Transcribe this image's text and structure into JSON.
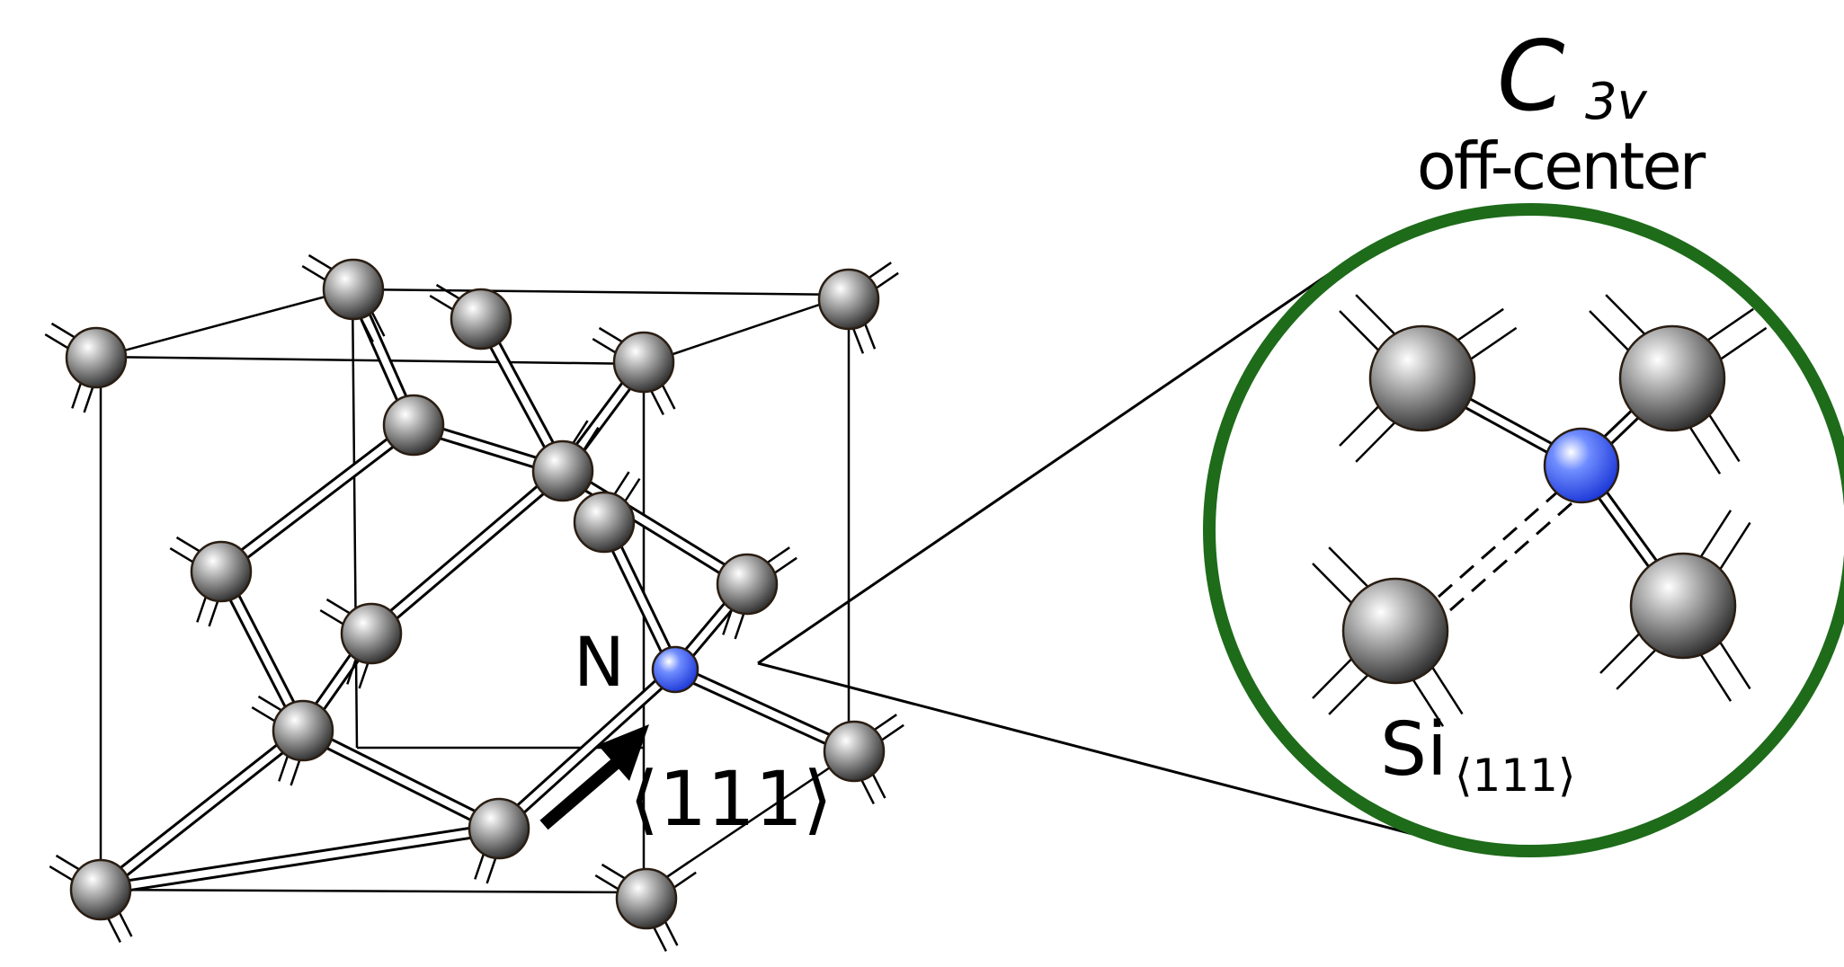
{
  "labels": {
    "symmetry_main": "C",
    "symmetry_sub": "3v",
    "site": "off-center",
    "impurity": "N",
    "direction": "⟨111⟩",
    "si_label": "Si",
    "si_sub": "⟨111⟩"
  },
  "colors": {
    "si_atom": "#6b6b6b",
    "n_atom": "#3355ee",
    "zoom_circle": "#1e6b1a",
    "bond": "#000000"
  }
}
